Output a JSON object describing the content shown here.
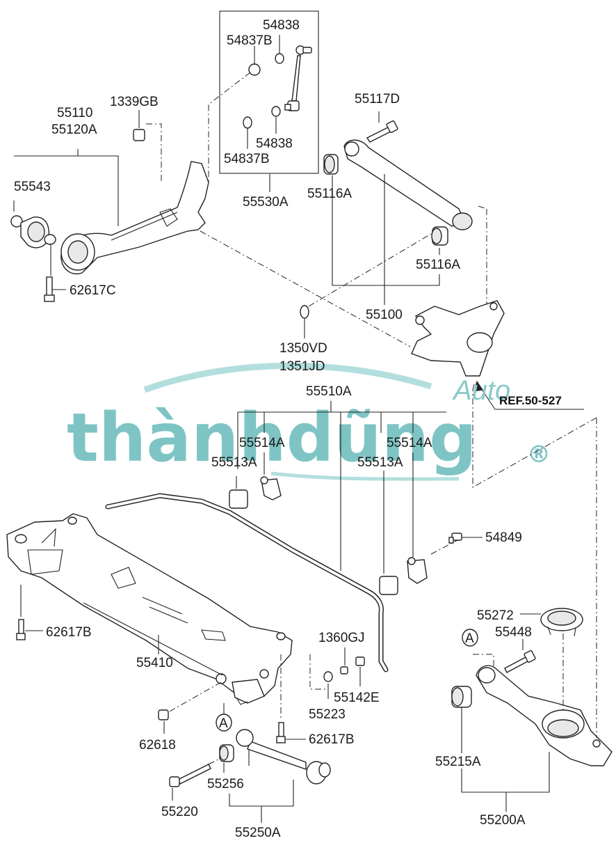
{
  "labels": {
    "l55110": "55110",
    "l55120A": "55120A",
    "l1339GB": "1339GB",
    "l55543": "55543",
    "l62617C": "62617C",
    "l54838_top": "54838",
    "l54837B_top": "54837B",
    "l54838_bot": "54838",
    "l54837B_bot": "54837B",
    "l55530A": "55530A",
    "l55117D": "55117D",
    "l55116A_left": "55116A",
    "l55116A_right": "55116A",
    "l55100": "55100",
    "l1350VD": "1350VD",
    "l1351JD": "1351JD",
    "l55510A": "55510A",
    "l55514A_left": "55514A",
    "l55514A_right": "55514A",
    "l55513A_left": "55513A",
    "l55513A_right": "55513A",
    "l54849": "54849",
    "l62617B_left": "62617B",
    "l55410": "55410",
    "l1360GJ": "1360GJ",
    "l55142E": "55142E",
    "l55223": "55223",
    "l62618": "62618",
    "l62617B_bottom": "62617B",
    "l55256": "55256",
    "l55220": "55220",
    "l55250A": "55250A",
    "l55272": "55272",
    "l55448": "55448",
    "l55215A": "55215A",
    "l55200A": "55200A",
    "ref": "REF.50-527",
    "marker_a1": "A",
    "marker_a2": "A"
  },
  "watermark": {
    "brand": "thànhdũng",
    "sub": "Auto",
    "mark": "®"
  },
  "colors": {
    "watermark": "#7fc4c4",
    "line": "#222222"
  }
}
